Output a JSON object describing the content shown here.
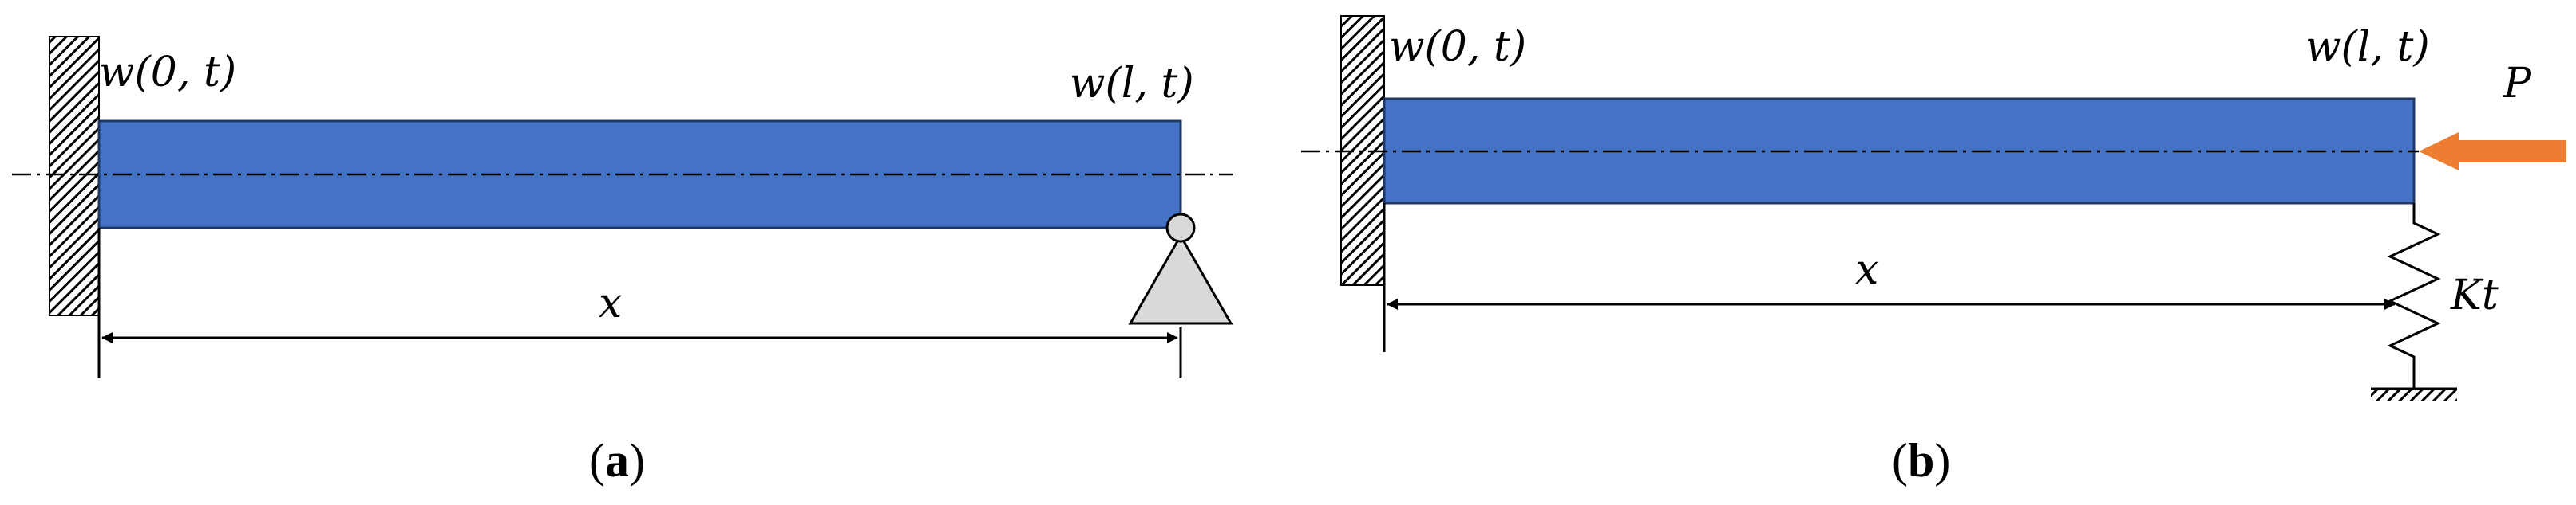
{
  "panel_a": {
    "left_label": "w(0, t)",
    "right_label": "w(l, t)",
    "length_label": "x",
    "caption_open": "(",
    "caption_letter": "a",
    "caption_close": ")"
  },
  "panel_b": {
    "left_label": "w(0, t)",
    "right_label": "w(l, t)",
    "length_label": "x",
    "load_label": "P",
    "spring_label": "Kt",
    "caption_open": "(",
    "caption_letter": "b",
    "caption_close": ")"
  },
  "colors": {
    "beam_fill": "#4472C4",
    "beam_stroke": "#1F3864",
    "support_fill": "#D9D9D9",
    "load_arrow": "#ED7D31",
    "line": "#000000"
  }
}
